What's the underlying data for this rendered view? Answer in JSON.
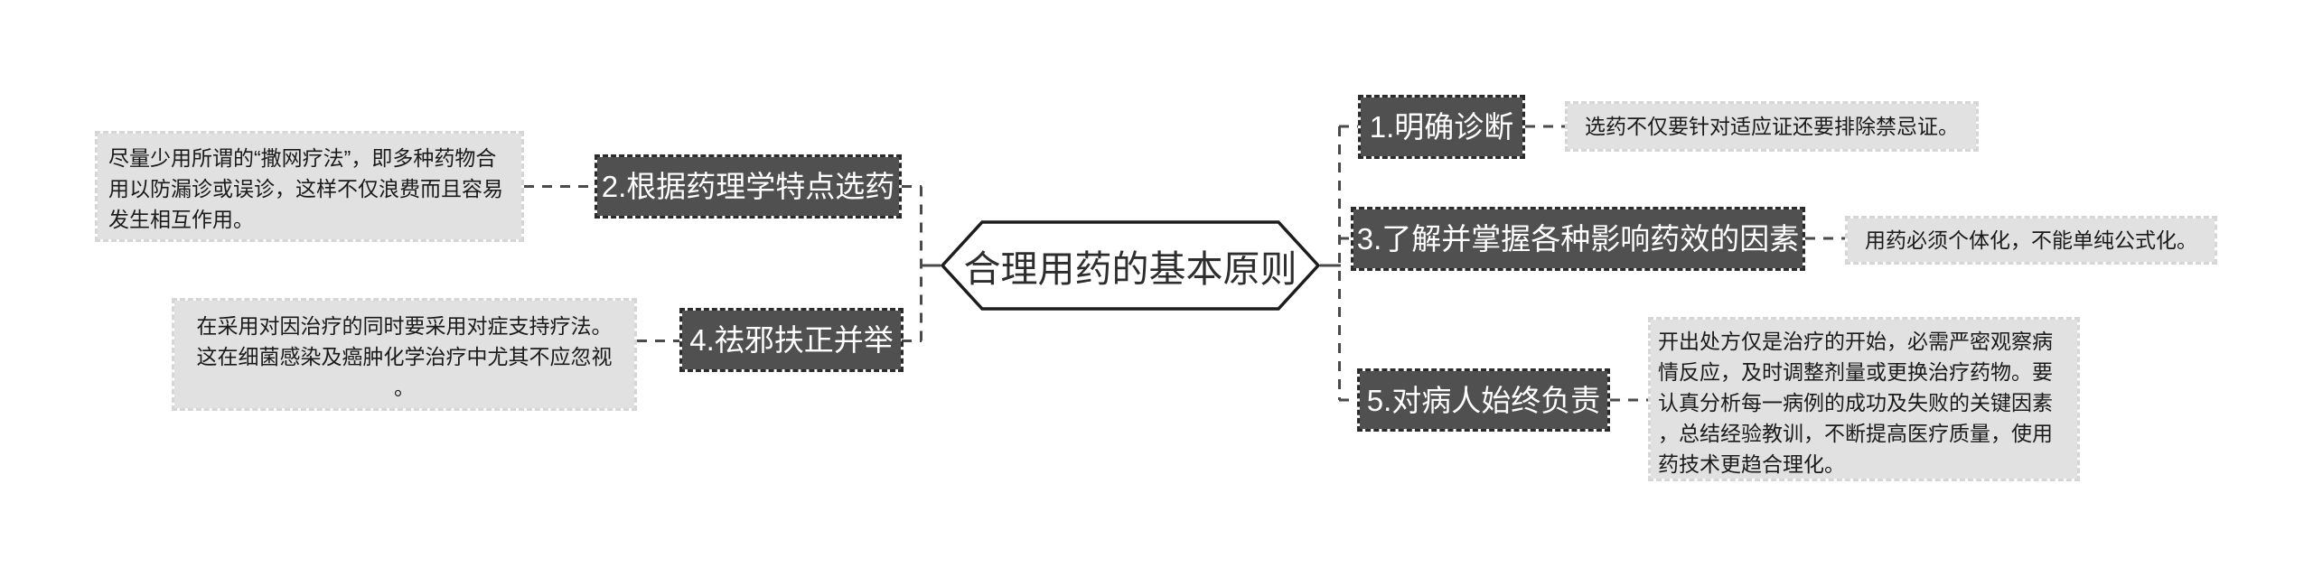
{
  "diagram": {
    "center": {
      "title": "合理用药的基本原则"
    },
    "left_branches": [
      {
        "node": "2.根据药理学特点选药",
        "note": "尽量少用所谓的“撒网疗法”，即多种药物合用以防漏诊或误诊，这样不仅浪费而且容易发生相互作用。"
      },
      {
        "node": "4.祛邪扶正并举",
        "note": "在采用对因治疗的同时要采用对症支持疗法。这在细菌感染及癌肿化学治疗中尤其不应忽视。"
      }
    ],
    "right_branches": [
      {
        "node": "1.明确诊断",
        "note": "选药不仅要针对适应证还要排除禁忌证。"
      },
      {
        "node": "3.了解并掌握各种影响药效的因素",
        "note": "用药必须个体化，不能单纯公式化。"
      },
      {
        "node": "5.对病人始终负责",
        "note": "开出处方仅是治疗的开始，必需严密观察病情反应，及时调整剂量或更换治疗药物。要认真分析每一病例的成功及失败的关键因素，总结经验教训，不断提高医疗质量，使用药技术更趋合理化。"
      }
    ]
  },
  "colors": {
    "canvas-bg": "#ffffff",
    "node-bg": "#505050",
    "node-border": "#2b2b2b",
    "node-text": "#ffffff",
    "note-bg": "#e1e1e1",
    "note-border": "#d6d6d6",
    "note-text": "#1a1a1a",
    "hex-fill": "#ffffff",
    "hex-stroke": "#1c1c1c",
    "hex-text": "#2d2d2d",
    "wire": "#4a4a4a"
  }
}
